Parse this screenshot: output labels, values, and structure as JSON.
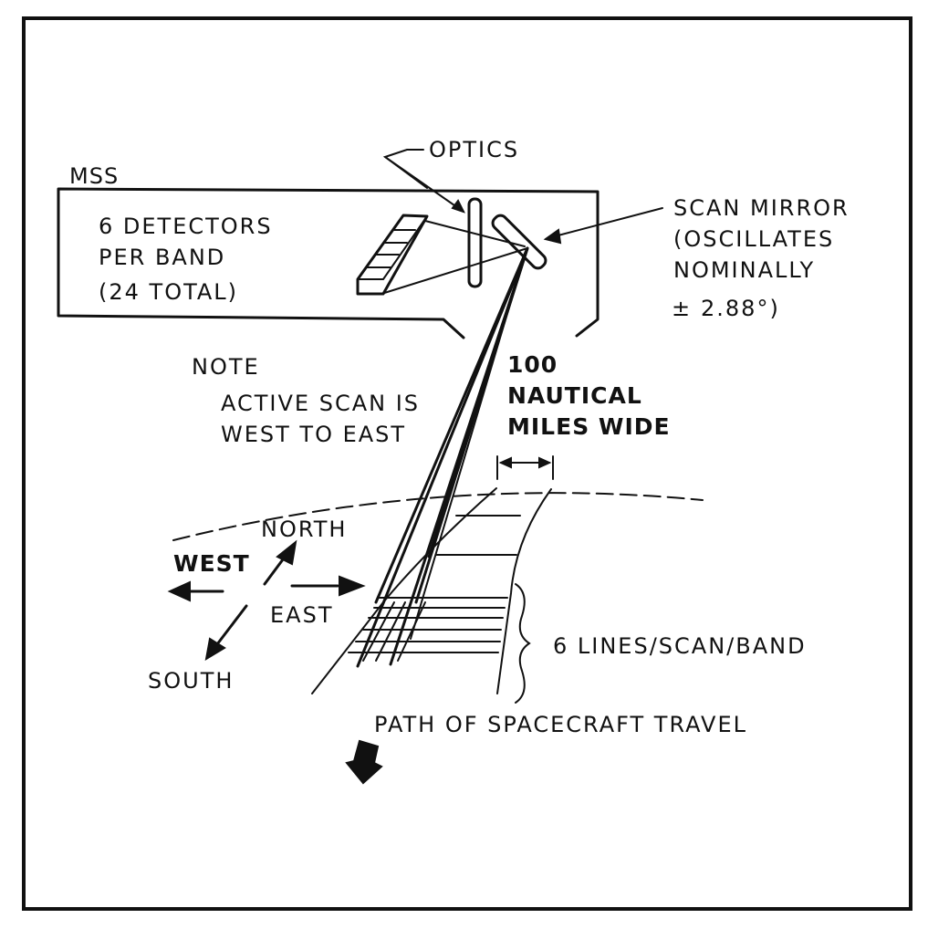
{
  "labels": {
    "optics": "OPTICS",
    "mss": "MSS",
    "detectors_line1": "6 DETECTORS",
    "detectors_line2": "PER BAND",
    "detectors_line3": "(24 TOTAL)",
    "scan_mirror_line1": "SCAN MIRROR",
    "scan_mirror_line2": "(OSCILLATES",
    "scan_mirror_line3": "NOMINALLY",
    "scan_mirror_line4_sign": "±",
    "scan_mirror_line4_value": "2.88°)",
    "note": "NOTE",
    "note_line1": "ACTIVE SCAN IS",
    "note_line2": "WEST TO EAST",
    "width_line1": "100",
    "width_line2": "NAUTICAL",
    "width_line3": "MILES WIDE",
    "north": "NORTH",
    "west": "WEST",
    "east": "EAST",
    "south": "SOUTH",
    "lines_per_scan": "6 LINES/SCAN/BAND",
    "path": "PATH OF SPACECRAFT TRAVEL"
  }
}
